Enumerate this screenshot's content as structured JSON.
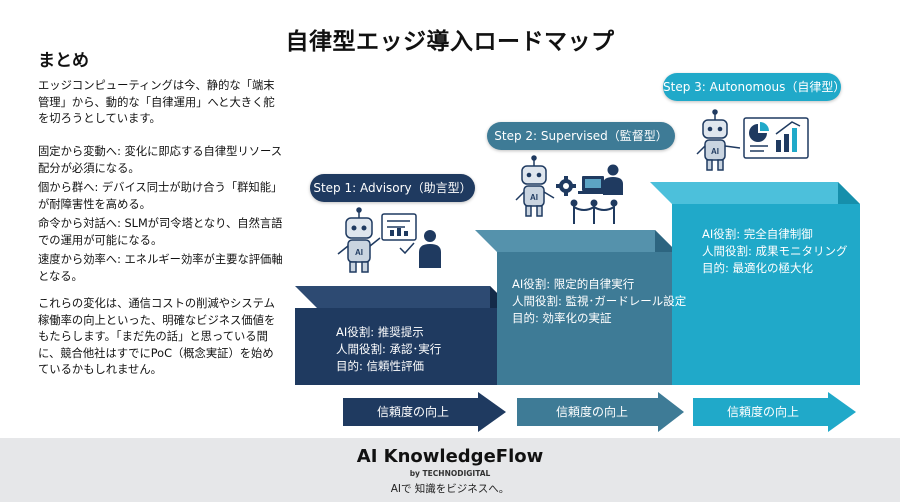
{
  "title": "自律型エッジ導入ロードマップ",
  "summary": {
    "heading": "まとめ",
    "paragraphs": [
      "エッジコンピューティングは今、静的な「端末管理」から、動的な「自律運用」へと大きく舵を切ろうとしています。",
      "固定から変動へ: 変化に即応する自律型リソース配分が必須になる。",
      "個から群へ: デバイス同士が助け合う「群知能」が耐障害性を高める。",
      "命令から対話へ: SLMが司令塔となり、自然言語での運用が可能になる。",
      "速度から効率へ: エネルギー効率が主要な評価軸となる。",
      "これらの変化は、通信コストの削減やシステム稼働率の向上といった、明確なビジネス価値をもたらします。「まだ先の話」と思っている間に、競合他社はすでにPoC（概念実証）を始めているかもしれません。"
    ]
  },
  "steps": [
    {
      "label": "Step 1: Advisory（助言型）",
      "lines": [
        "AI役割: 推奨提示",
        "人間役割: 承認･実行",
        "目的: 信頼性評価"
      ],
      "arrow": "信頼度の向上",
      "color": "#1f3a60"
    },
    {
      "label": "Step 2: Supervised（監督型）",
      "lines": [
        "AI役割: 限定的自律実行",
        "人間役割: 監視･ガードレール設定",
        "目的: 効率化の実証"
      ],
      "arrow": "信頼度の向上",
      "color": "#3e7b96"
    },
    {
      "label": "Step 3: Autonomous（自律型）",
      "lines": [
        "AI役割: 完全自律制御",
        "人間役割: 成果モニタリング",
        "目的: 最適化の極大化"
      ],
      "arrow": "信頼度の向上",
      "color": "#20a9c9"
    }
  ],
  "icons": [
    "robot-advisor-icon",
    "robot-supervisor-icon",
    "robot-autonomous-icon",
    "person-icon",
    "chart-board-icon",
    "gear-icon",
    "laptop-icon",
    "barrier-icon"
  ],
  "footer": {
    "brand": "AI KnowledgeFlow",
    "byline": "by TECHNODIGITAL",
    "tagline": "AIで 知識をビジネスへ。"
  }
}
